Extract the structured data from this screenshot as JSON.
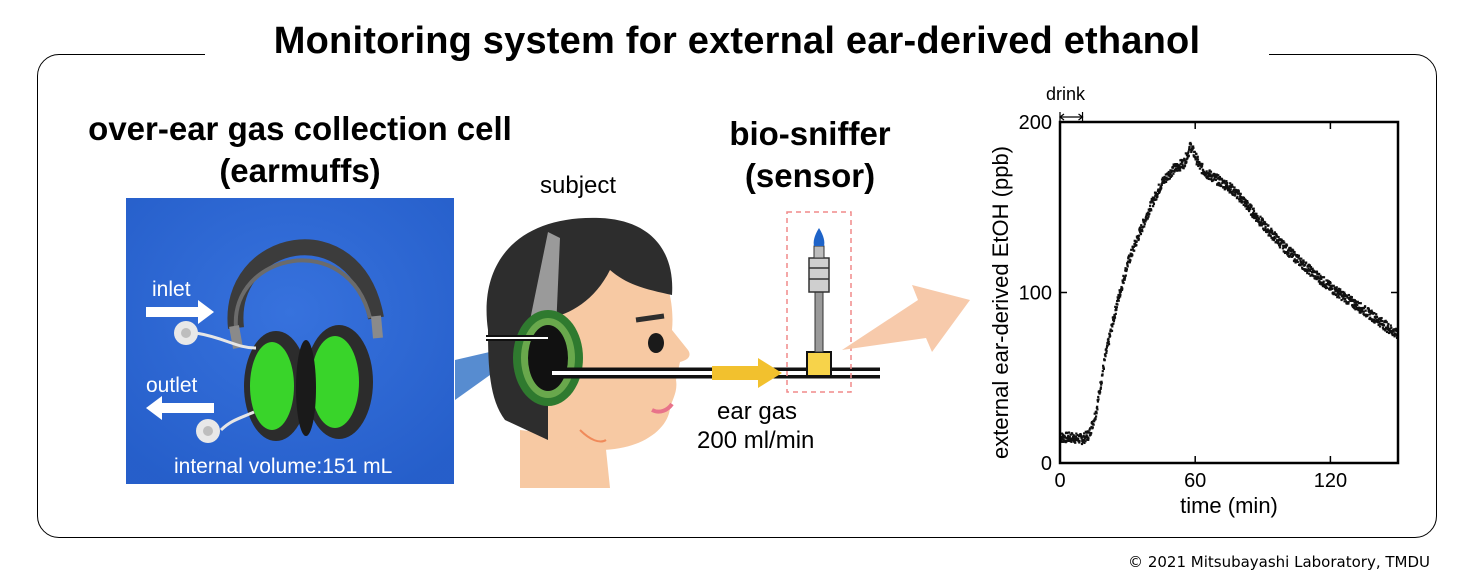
{
  "title": "Monitoring system for external ear-derived ethanol",
  "cell": {
    "heading_line1": "over-ear gas collection cell",
    "heading_line2": "(earmuffs)",
    "inlet": "inlet",
    "outlet": "outlet",
    "volume": "internal volume:151 mL"
  },
  "subject": {
    "label": "subject"
  },
  "sniffer": {
    "heading_line1": "bio-sniffer",
    "heading_line2": "(sensor)",
    "gas_label": "ear gas",
    "flow_label": "200 ml/min"
  },
  "chart_data": {
    "type": "scatter",
    "xlabel": "time (min)",
    "ylabel": "external ear-derived EtOH (ppb)",
    "xlim": [
      0,
      150
    ],
    "ylim": [
      0,
      200
    ],
    "xticks": [
      0,
      60,
      120
    ],
    "yticks": [
      0,
      100,
      200
    ],
    "annotation": "drink",
    "drink_interval": [
      0,
      10
    ],
    "series": [
      {
        "x": [
          0,
          5,
          10,
          13,
          16,
          20,
          25,
          30,
          35,
          40,
          45,
          50,
          55,
          58,
          62,
          65,
          70,
          75,
          80,
          90,
          100,
          110,
          120,
          130,
          140,
          150
        ],
        "values": [
          15,
          15,
          14,
          17,
          30,
          62,
          92,
          117,
          134,
          150,
          164,
          172,
          176,
          186,
          174,
          170,
          166,
          162,
          156,
          140,
          126,
          114,
          103,
          94,
          85,
          75
        ]
      }
    ]
  },
  "copyright": "© 2021 Mitsubayashi Laboratory, TMDU",
  "colors": {
    "photo_background": "#2b67d6",
    "earmuff_green": "#39d42a",
    "skin": "#f7c9a3",
    "flow_arrow": "#f2c12e",
    "sensor_box": "#f7d34a",
    "sensor_tip": "#1e63c8",
    "projection_arrow": "#f7c7a7",
    "sensor_highlight_border": "#f08a8a"
  }
}
